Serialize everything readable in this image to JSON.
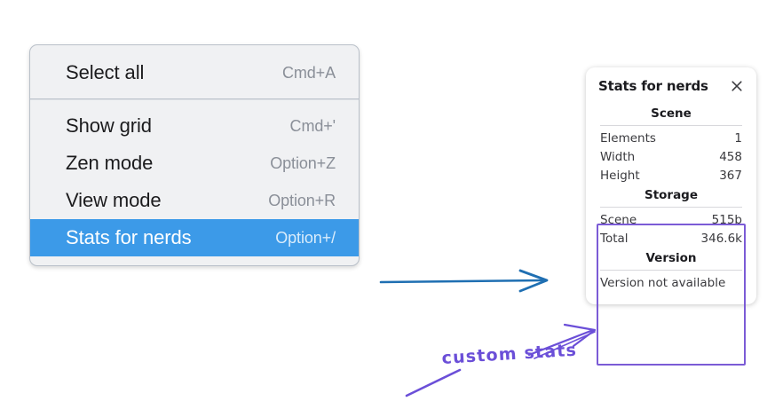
{
  "menu": {
    "sections": [
      {
        "items": [
          {
            "label": "Select all",
            "shortcut": "Cmd+A",
            "selected": false
          }
        ]
      },
      {
        "items": [
          {
            "label": "Show grid",
            "shortcut": "Cmd+'",
            "selected": false
          },
          {
            "label": "Zen mode",
            "shortcut": "Option+Z",
            "selected": false
          },
          {
            "label": "View mode",
            "shortcut": "Option+R",
            "selected": false
          },
          {
            "label": "Stats for nerds",
            "shortcut": "Option+/",
            "selected": true
          }
        ]
      }
    ],
    "highlight_color": "#3c9ae8"
  },
  "stats_panel": {
    "title": "Stats for nerds",
    "close_icon": "close-icon",
    "sections": [
      {
        "heading": "Scene",
        "rows": [
          {
            "key": "Elements",
            "value": "1"
          },
          {
            "key": "Width",
            "value": "458"
          },
          {
            "key": "Height",
            "value": "367"
          }
        ]
      },
      {
        "heading": "Storage",
        "rows": [
          {
            "key": "Scene",
            "value": "515b"
          },
          {
            "key": "Total",
            "value": "346.6k"
          }
        ]
      },
      {
        "heading": "Version",
        "note": "Version not available",
        "rows": []
      }
    ]
  },
  "annotations": {
    "highlight_color": "#7B5BD6",
    "arrow_color": "#1F6FB2",
    "note_text": "custom stats",
    "note_color": "#6B4FD8"
  }
}
